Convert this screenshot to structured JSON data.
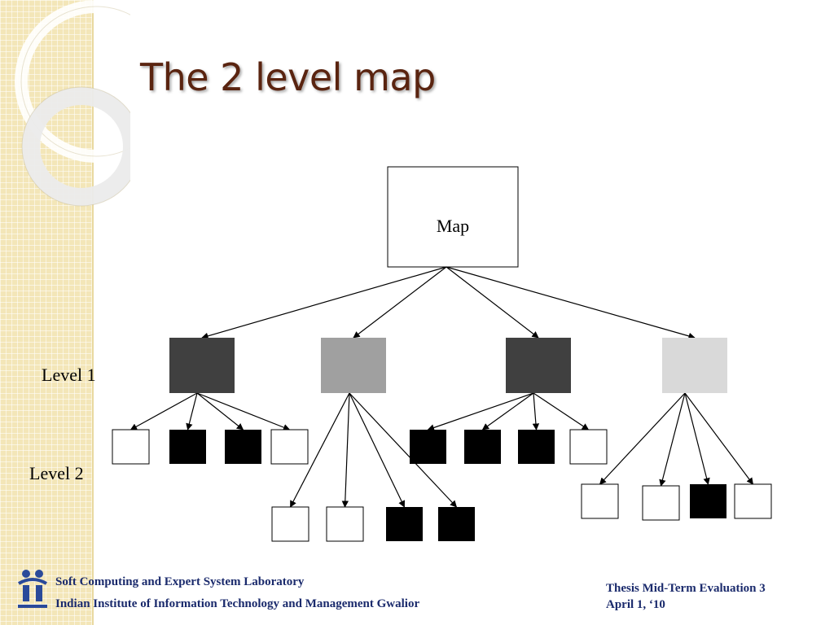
{
  "slide": {
    "title": "The 2 level map"
  },
  "diagram": {
    "root_label": "Map",
    "level_labels": [
      "Level 1",
      "Level 2"
    ],
    "colors": {
      "dark_gray": "#404040",
      "mid_gray": "#a0a0a0",
      "light_gray": "#d9d9d9",
      "black": "#000000",
      "white": "#ffffff"
    },
    "level1": [
      {
        "id": "l1-a",
        "fill": "#404040",
        "children": [
          "white",
          "black",
          "black",
          "white"
        ]
      },
      {
        "id": "l1-b",
        "fill": "#a0a0a0",
        "children": [
          "white",
          "white",
          "black",
          "black"
        ]
      },
      {
        "id": "l1-c",
        "fill": "#404040",
        "children": [
          "black",
          "black",
          "black",
          "white"
        ]
      },
      {
        "id": "l1-d",
        "fill": "#d9d9d9",
        "children": [
          "white",
          "white",
          "black",
          "white"
        ]
      }
    ]
  },
  "footer": {
    "lab": "Soft Computing and Expert System Laboratory",
    "institute": "Indian Institute of Information Technology and Management Gwalior",
    "evaluation": "Thesis Mid-Term Evaluation 3",
    "date": "April 1, ‘10"
  },
  "accent_colors": {
    "title": "#5a2410",
    "footer_text": "#1a2a6c",
    "side_strip": "#f3e6b8"
  }
}
